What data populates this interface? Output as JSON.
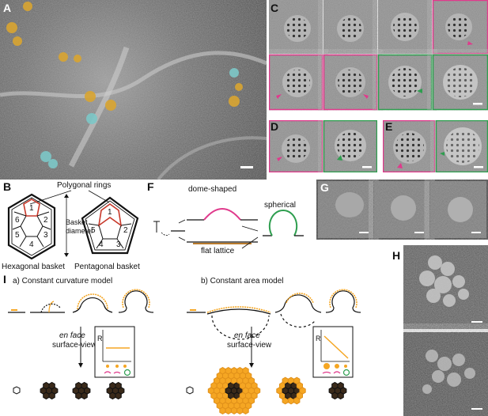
{
  "panels": {
    "A": "A",
    "B": "B",
    "C": "C",
    "D": "D",
    "E": "E",
    "F": "F",
    "G": "G",
    "H": "H",
    "I": "I"
  },
  "panel_B": {
    "polygonal_rings": "Polygonal rings",
    "basket_diameter": "Basket diameter",
    "hexagonal_basket": "Hexagonal basket",
    "pentagonal_basket": "Pentagonal basket",
    "hex_numbers": [
      "1",
      "2",
      "3",
      "4",
      "5",
      "6"
    ],
    "pent_numbers": [
      "1",
      "2",
      "3",
      "4",
      "5"
    ]
  },
  "panel_F": {
    "dome_shaped": "dome-shaped",
    "flat_lattice": "flat lattice",
    "spherical": "spherical"
  },
  "panel_I": {
    "model_a": "a) Constant curvature model",
    "model_b": "b) Constant area model",
    "en_face": "en face",
    "surface_view": "surface-view",
    "R_label": "R"
  },
  "colors": {
    "orange": "#f5a623",
    "magenta": "#e03a8c",
    "green": "#2e9e4f",
    "red": "#c8392b",
    "teal": "#7dc8c8",
    "gold": "#d9a531"
  }
}
